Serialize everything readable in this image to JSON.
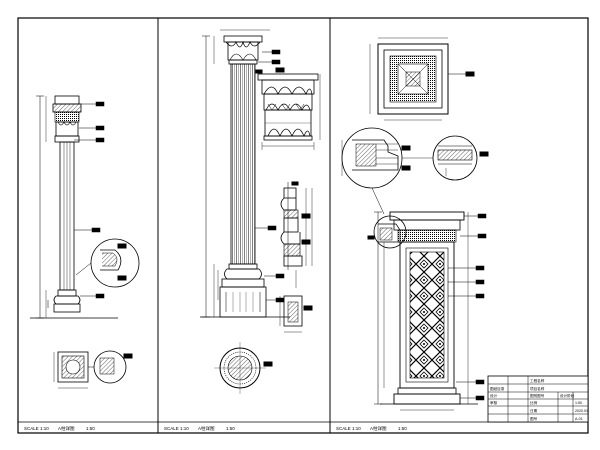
{
  "sheet": {
    "panels": [
      {
        "scale": "SCALE 1:10",
        "name_label": "A柱详图",
        "name_value": "1:50"
      },
      {
        "scale": "SCALE 1:10",
        "name_label": "A柱详图",
        "name_value": "1:50"
      },
      {
        "scale": "SCALE 1:10",
        "name_label": "A柱详图",
        "name_value": "1:50"
      }
    ],
    "title_block": {
      "r1": [
        "",
        "工程名称"
      ],
      "r2": [
        "图纸目录",
        "项目名称"
      ],
      "r3": [
        "设计",
        "图别图号",
        "设计阶段"
      ],
      "r4": [
        "审核",
        "比例",
        "1:50"
      ],
      "r5": [
        "",
        "日期",
        "2020.01"
      ],
      "r6": [
        "",
        "图号",
        "A-01"
      ]
    }
  },
  "colors": {
    "line": "#000000",
    "callout": "#000000",
    "background": "#ffffff"
  }
}
